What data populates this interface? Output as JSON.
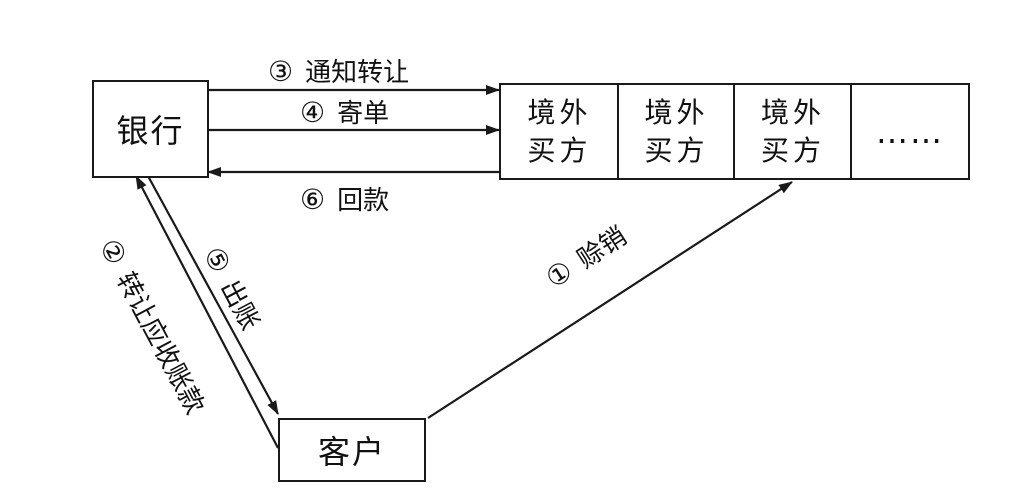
{
  "nodes": {
    "bank": "银行",
    "customer": "客户",
    "buyers": [
      {
        "line1": "境外",
        "line2": "买方"
      },
      {
        "line1": "境外",
        "line2": "买方"
      },
      {
        "line1": "境外",
        "line2": "买方"
      }
    ],
    "more": "……"
  },
  "steps": [
    {
      "num": "①",
      "text": "赊销"
    },
    {
      "num": "②",
      "text": "转让应收账款"
    },
    {
      "num": "③",
      "text": "通知转让"
    },
    {
      "num": "④",
      "text": "寄单"
    },
    {
      "num": "⑤",
      "text": "出账"
    },
    {
      "num": "⑥",
      "text": "回款"
    }
  ]
}
